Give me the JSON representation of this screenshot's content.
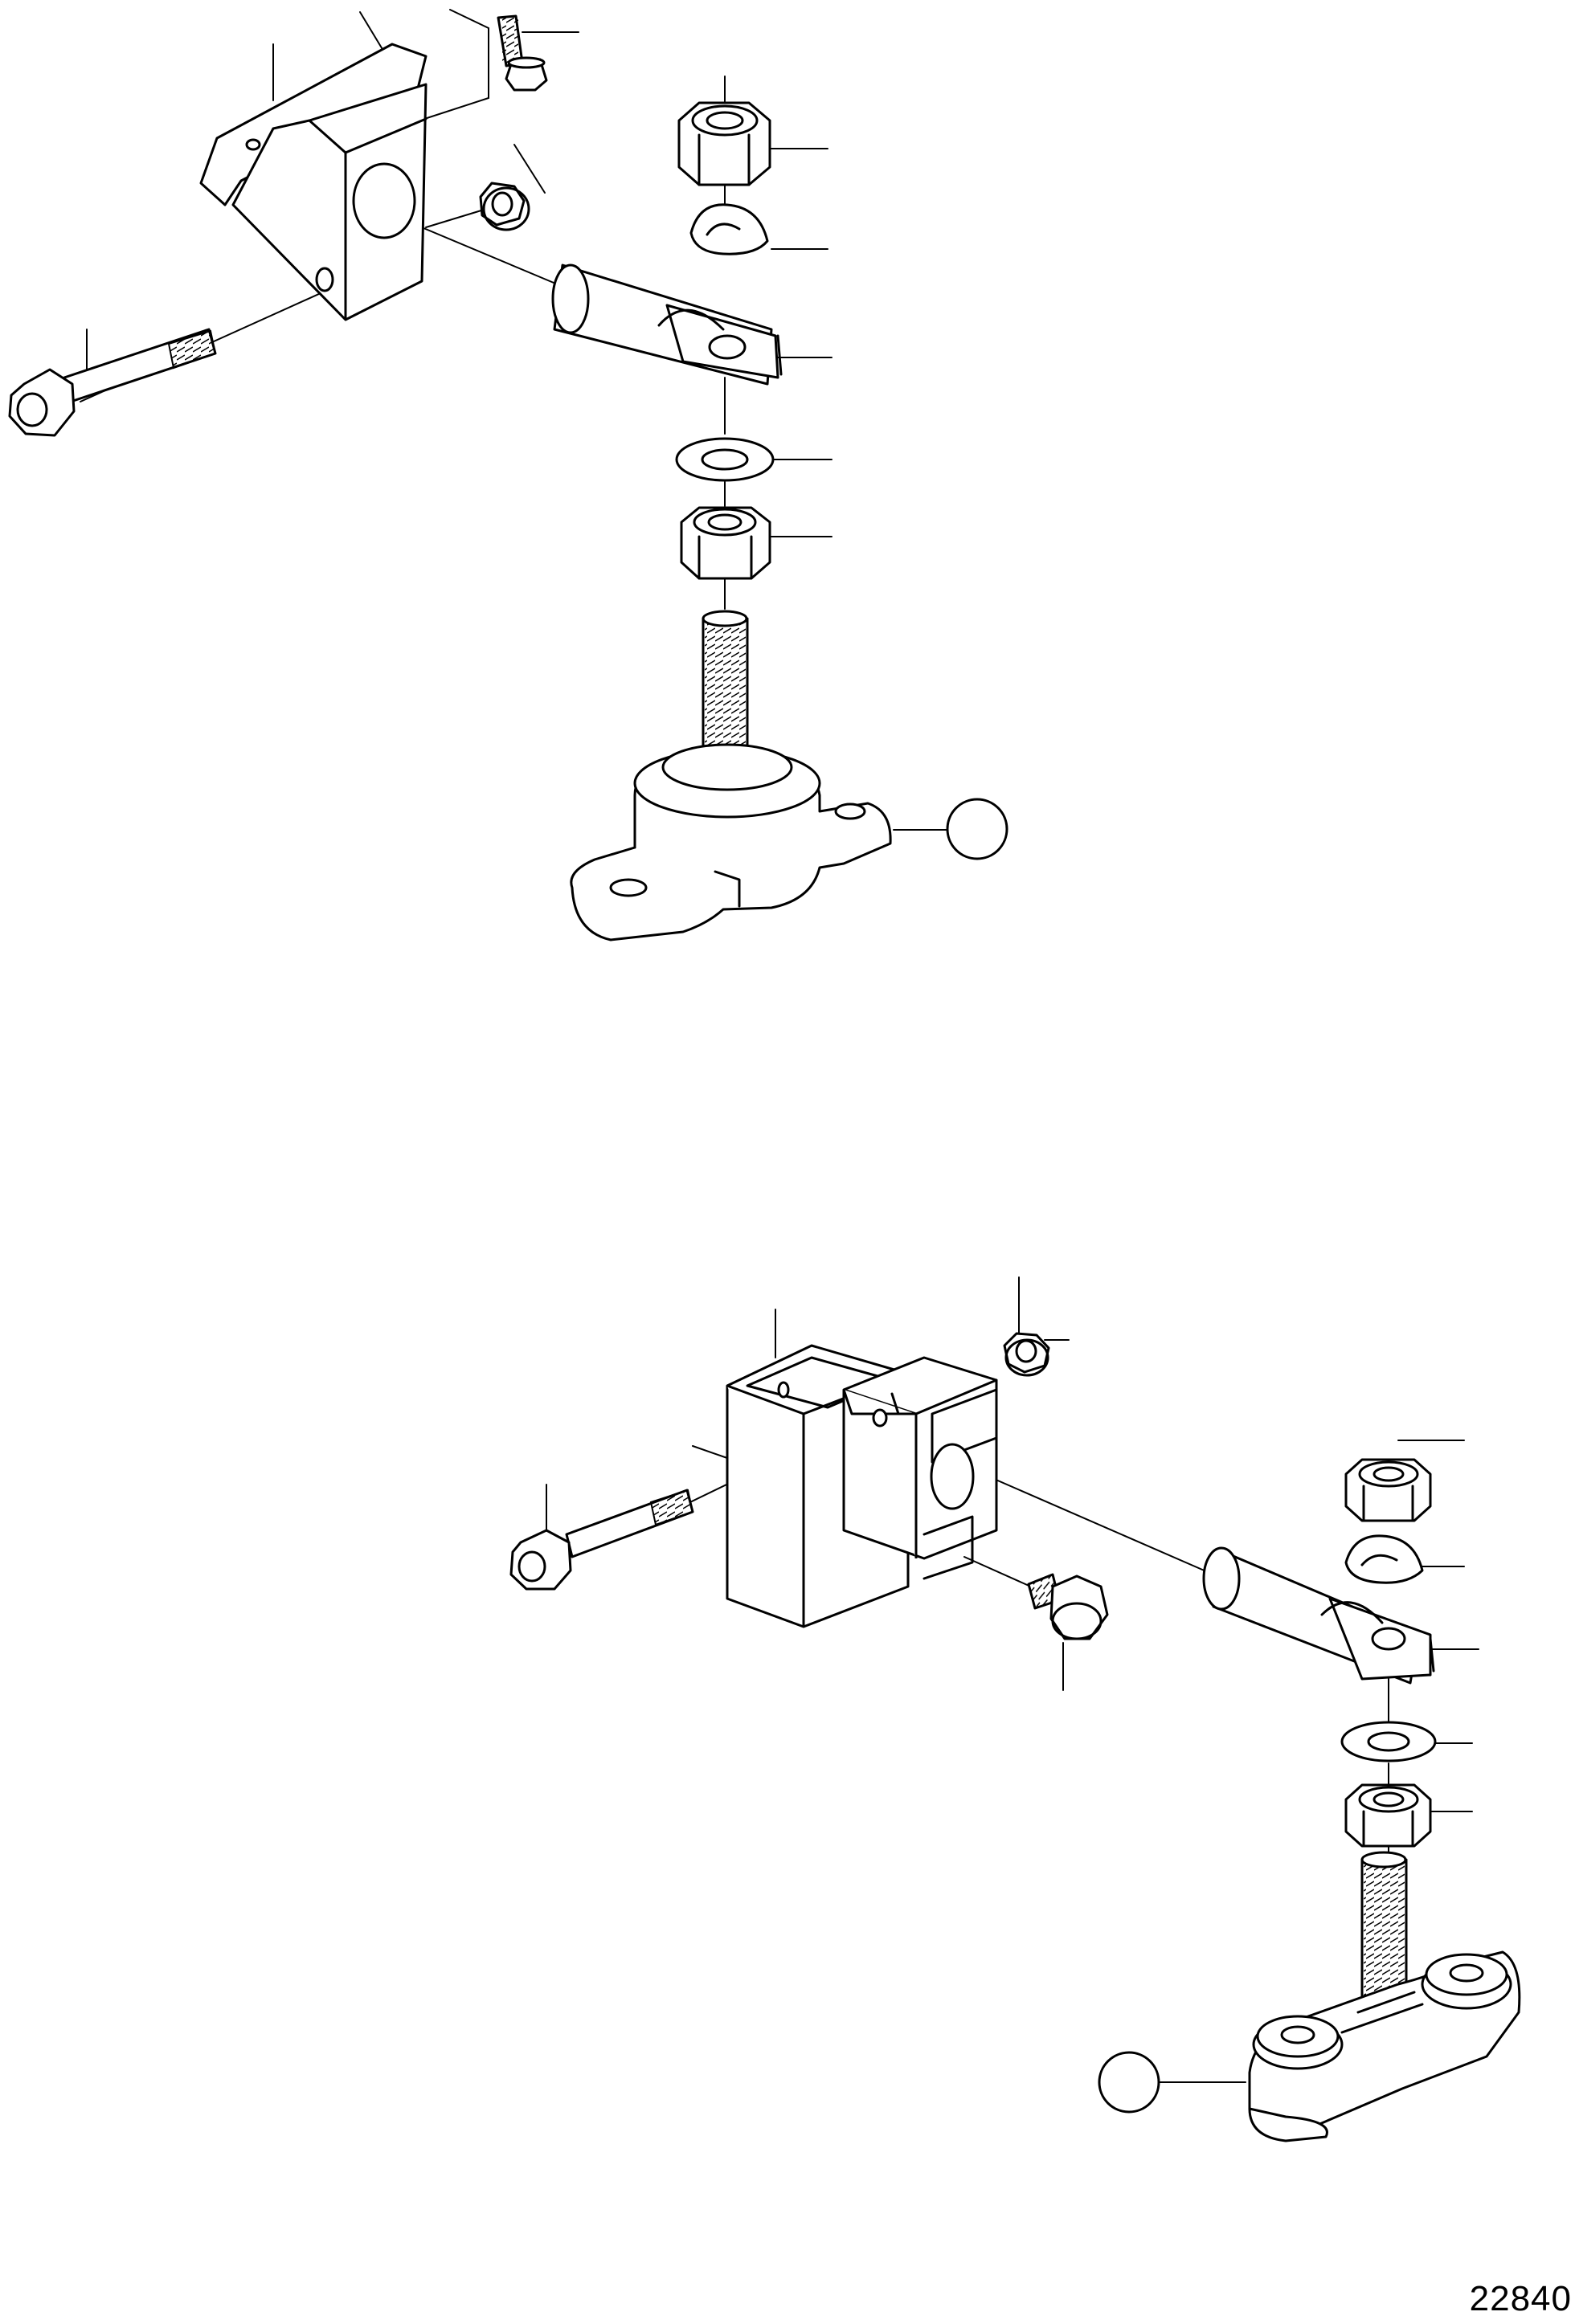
{
  "drawing": {
    "number": "22840"
  },
  "assemblies": [
    {
      "id": "upper-engine-mount"
    },
    {
      "id": "lower-engine-mount"
    }
  ],
  "colors": {
    "line": "#000000",
    "background": "#ffffff"
  }
}
